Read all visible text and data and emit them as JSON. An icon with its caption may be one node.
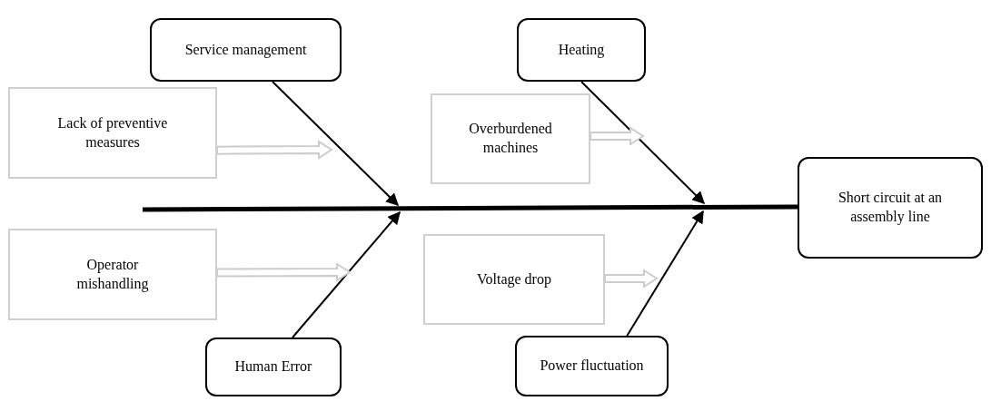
{
  "diagram": {
    "nodes": [
      {
        "text": [
          "Service management"
        ]
      },
      {
        "text": [
          "Heating"
        ]
      },
      {
        "text": [
          "Lack of preventive measures"
        ]
      },
      {
        "text": [
          "Overburdened machines"
        ]
      },
      {
        "text": [
          "Short circuit at an assembly line"
        ]
      },
      {
        "text": [
          "Operator mishandling"
        ]
      },
      {
        "text": [
          "Voltage drop"
        ]
      },
      {
        "text": [
          "Human Error"
        ]
      },
      {
        "text": [
          "Power fluctuation"
        ]
      }
    ],
    "edges": [
      {
        "from": null,
        "to": 4,
        "arrow": "none",
        "style": "thick"
      },
      {
        "from": 0,
        "to": null,
        "arrow": "to"
      },
      {
        "from": 1,
        "to": null,
        "arrow": "to"
      },
      {
        "from": 7,
        "to": null,
        "arrow": "to"
      },
      {
        "from": 8,
        "to": null,
        "arrow": "to"
      },
      {
        "from": 2,
        "to": null,
        "arrow": "to",
        "color": "#cccccc"
      },
      {
        "from": 3,
        "to": null,
        "arrow": "to",
        "color": "#cccccc"
      },
      {
        "from": 5,
        "to": null,
        "arrow": "to",
        "color": "#cccccc"
      },
      {
        "from": 6,
        "to": null,
        "arrow": "to",
        "color": "#cccccc"
      }
    ]
  }
}
